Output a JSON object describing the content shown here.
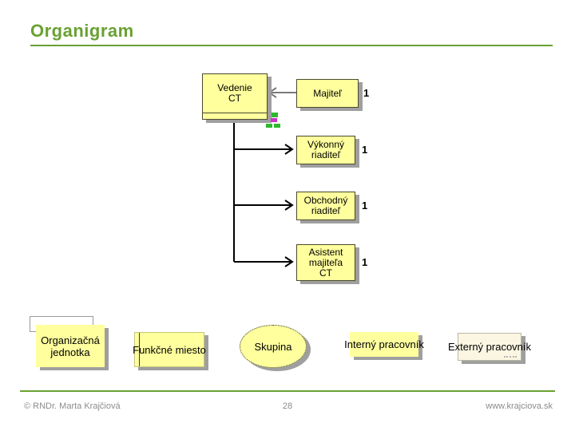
{
  "title": "Organigram",
  "colors": {
    "accent": "#69A132",
    "box_fill": "#FFFF9E",
    "box_fill_pale": "#FAF6E2",
    "shadow": "#9F9F9F",
    "connector": "#000000",
    "owner_connector": "#7A7A7A",
    "tree_icon_green": "#2EB82E",
    "tree_icon_magenta": "#CC33CC"
  },
  "org_chart": {
    "root": {
      "label": "Vedenie\nCT"
    },
    "owner": {
      "label": "Majiteľ",
      "count": "1"
    },
    "managers": [
      {
        "label": "Výkonný\nriaditeľ",
        "count": "1"
      },
      {
        "label": "Obchodný\nriaditeľ",
        "count": "1"
      },
      {
        "label": "Asistent\nmajiteľa\nCT",
        "count": "1"
      }
    ]
  },
  "legend": {
    "org_unit": "Organizačná\njednotka",
    "position": "Funkčné miesto",
    "group": "Skupina",
    "internal": "Interný pracovník",
    "external": "Externý pracovník"
  },
  "footer": {
    "copyright": "© RNDr. Marta Krajčiová",
    "page": "28",
    "website": "www.krajciova.sk"
  }
}
